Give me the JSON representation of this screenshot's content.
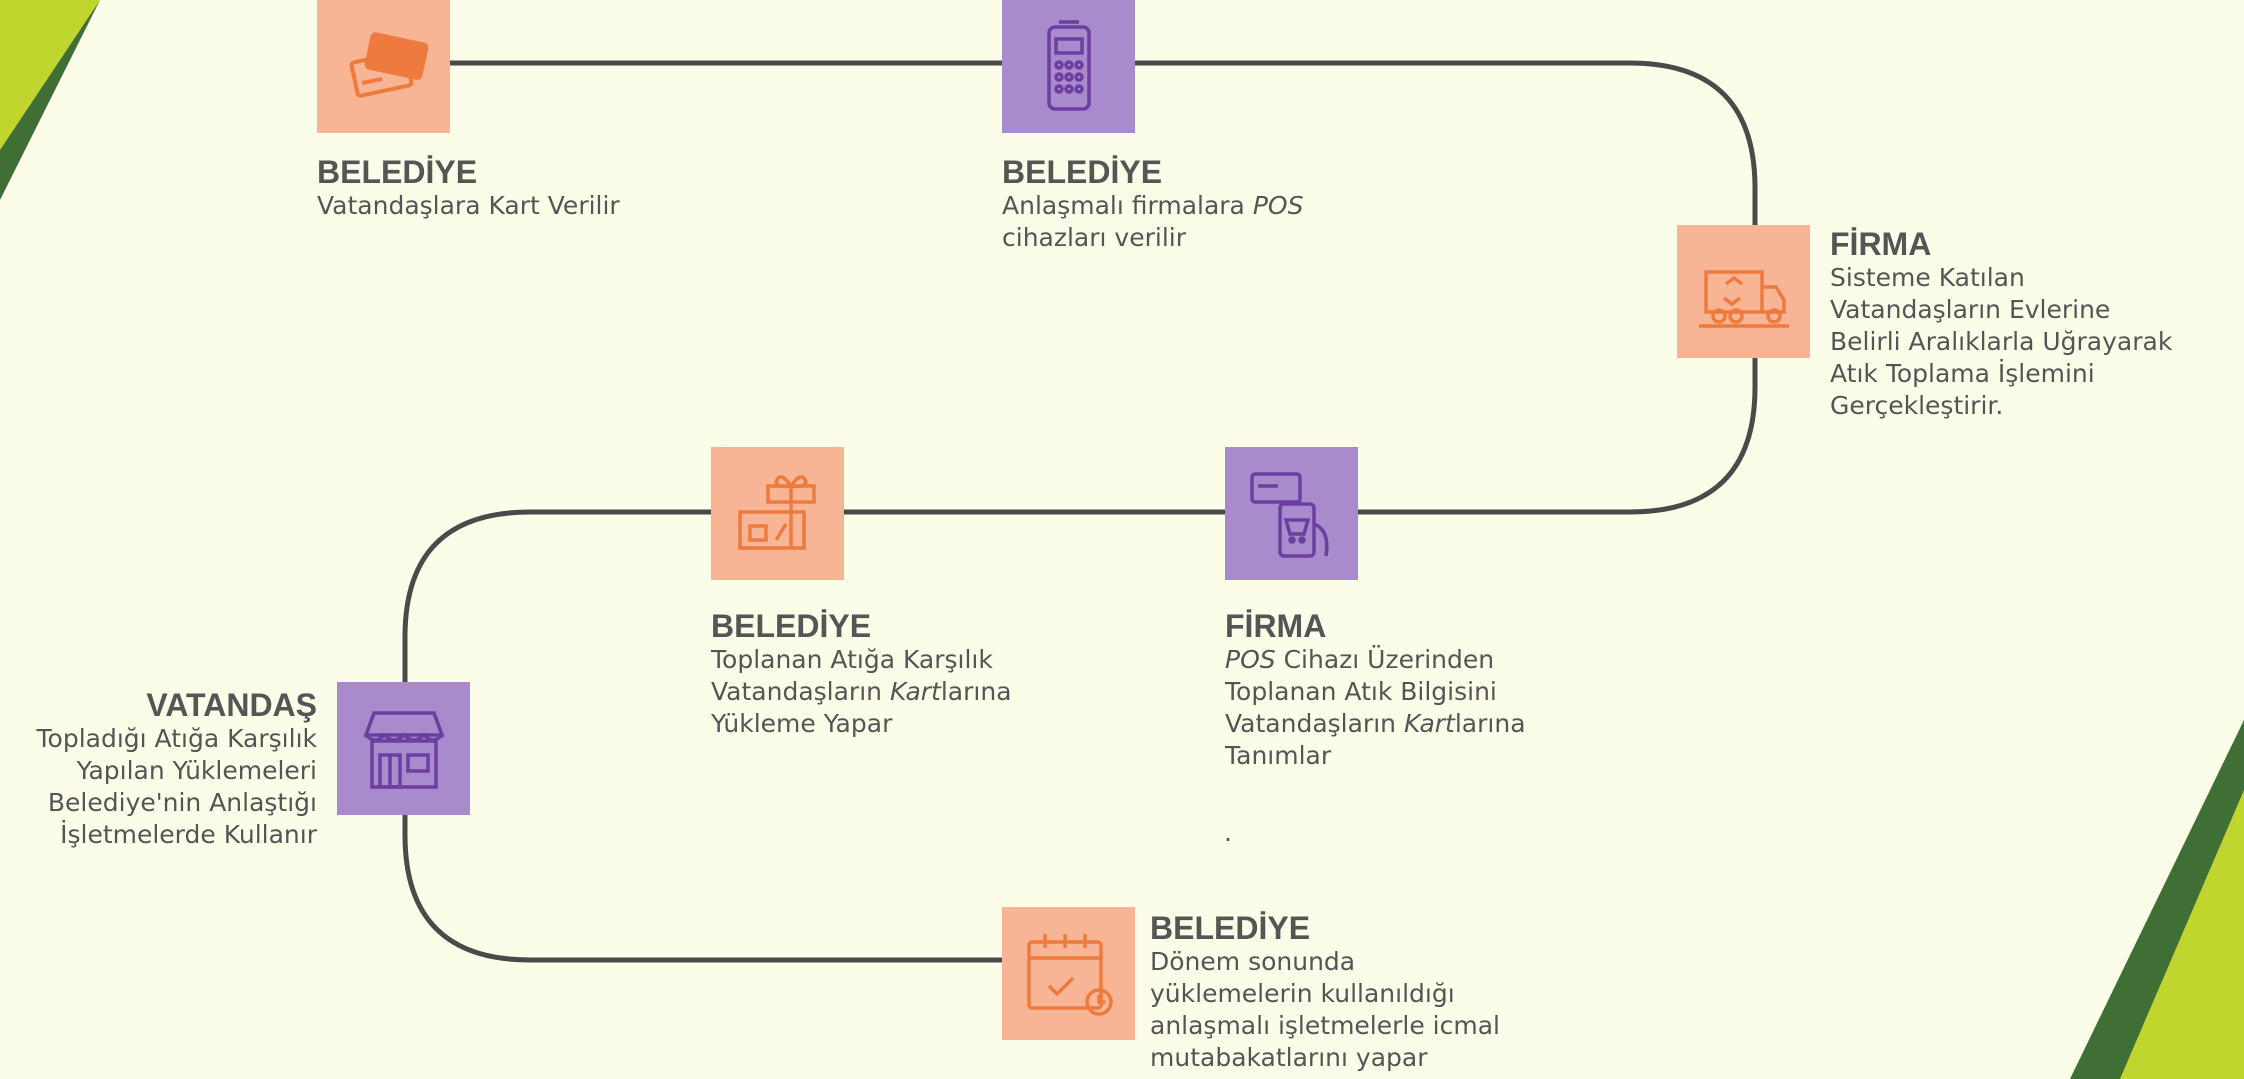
{
  "colors": {
    "background": "#fbfde9",
    "orange_tile": "#f7b596",
    "purple_tile": "#a98acd",
    "path": "#4a4a4a",
    "accent_green": "#c0d62e",
    "dark_green": "#3f6f34",
    "text": "#555555"
  },
  "steps": [
    {
      "id": "card",
      "icon": "credit-cards-icon",
      "title": "BELEDİYE",
      "text": "Vatandaşlara Kart Verilir"
    },
    {
      "id": "pos",
      "icon": "pos-terminal-icon",
      "title": "BELEDİYE",
      "text_pre": "Anlaşmalı firmalara ",
      "text_em": "POS",
      "text_post": "cihazları verilir"
    },
    {
      "id": "truck",
      "icon": "recycling-truck-icon",
      "title": "FİRMA",
      "lines": [
        "Sisteme Katılan",
        "Vatandaşların Evlerine",
        "Belirli Aralıklarla Uğrayarak",
        "Atık Toplama İşlemini",
        "Gerçekleştirir."
      ]
    },
    {
      "id": "mobile",
      "icon": "mobile-payment-icon",
      "title": "FİRMA",
      "line1_em": "POS",
      "line1_post": " Cihazı Üzerinden",
      "line2": "Toplanan Atık Bilgisini",
      "line3_pre": "Vatandaşların ",
      "line3_em": "Kart",
      "line3_post": "larına",
      "line4": "Tanımlar"
    },
    {
      "id": "gift",
      "icon": "gift-voucher-icon",
      "title": "BELEDİYE",
      "line1": "Toplanan Atığa Karşılık",
      "line2_pre": "Vatandaşların ",
      "line2_em": "Kart",
      "line2_post": "larına",
      "line3": "Yükleme Yapar"
    },
    {
      "id": "store",
      "icon": "store-icon",
      "title": "VATANDAŞ",
      "lines": [
        "Topladığı Atığa Karşılık",
        "Yapılan Yüklemeleri",
        "Belediye'nin Anlaştığı",
        "İşletmelerde Kullanır"
      ]
    },
    {
      "id": "calendar",
      "icon": "calendar-check-icon",
      "title": "BELEDİYE",
      "lines": [
        "Dönem sonunda",
        "yüklemelerin kullanıldığı",
        "anlaşmalı işletmelerle icmal",
        "mutabakatlarını yapar"
      ]
    }
  ],
  "stray_dot": "."
}
